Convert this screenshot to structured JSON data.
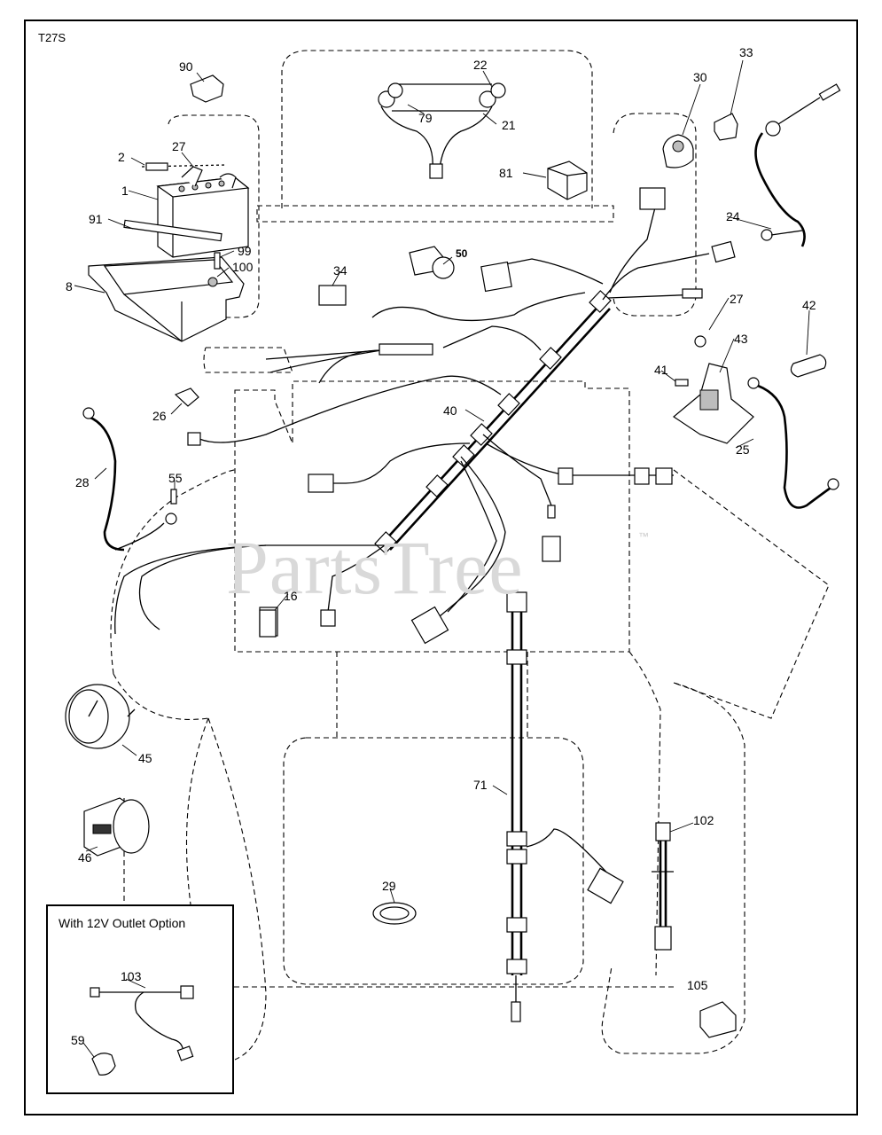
{
  "diagram_code": "T27S",
  "watermark": {
    "text": "PartsTree",
    "tm": "™"
  },
  "inset": {
    "title": "With 12V Outlet Option"
  },
  "callouts": [
    "90",
    "22",
    "33",
    "30",
    "79",
    "21",
    "27",
    "2",
    "1",
    "81",
    "91",
    "99",
    "100",
    "8",
    "34",
    "50",
    "24",
    "27",
    "42",
    "43",
    "41",
    "26",
    "40",
    "28",
    "55",
    "25",
    "16",
    "45",
    "71",
    "102",
    "46",
    "29",
    "103",
    "59",
    "105"
  ]
}
